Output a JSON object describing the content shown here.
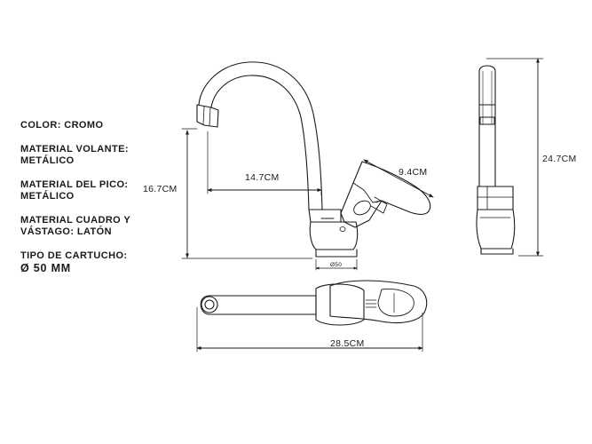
{
  "specs": {
    "color": "COLOR: CROMO",
    "volante_1": "MATERIAL VOLANTE:",
    "volante_2": "METÁLICO",
    "pico_1": "MATERIAL DEL PICO:",
    "pico_2": "METÁLICO",
    "cuadro_1": "MATERIAL CUADRO Y",
    "cuadro_2": "VÁSTAGO: LATÓN",
    "cartucho_1": "TIPO DE CARTUCHO:",
    "cartucho_2": "Ø 50 MM"
  },
  "dimensions": {
    "spout_reach": "14.7CM",
    "handle_length": "9.4CM",
    "height_front": "16.7CM",
    "height_side": "24.7CM",
    "base_diameter": "Ø50",
    "top_length": "28.5CM"
  },
  "colors": {
    "line": "#1a1a1a",
    "background": "#ffffff"
  }
}
